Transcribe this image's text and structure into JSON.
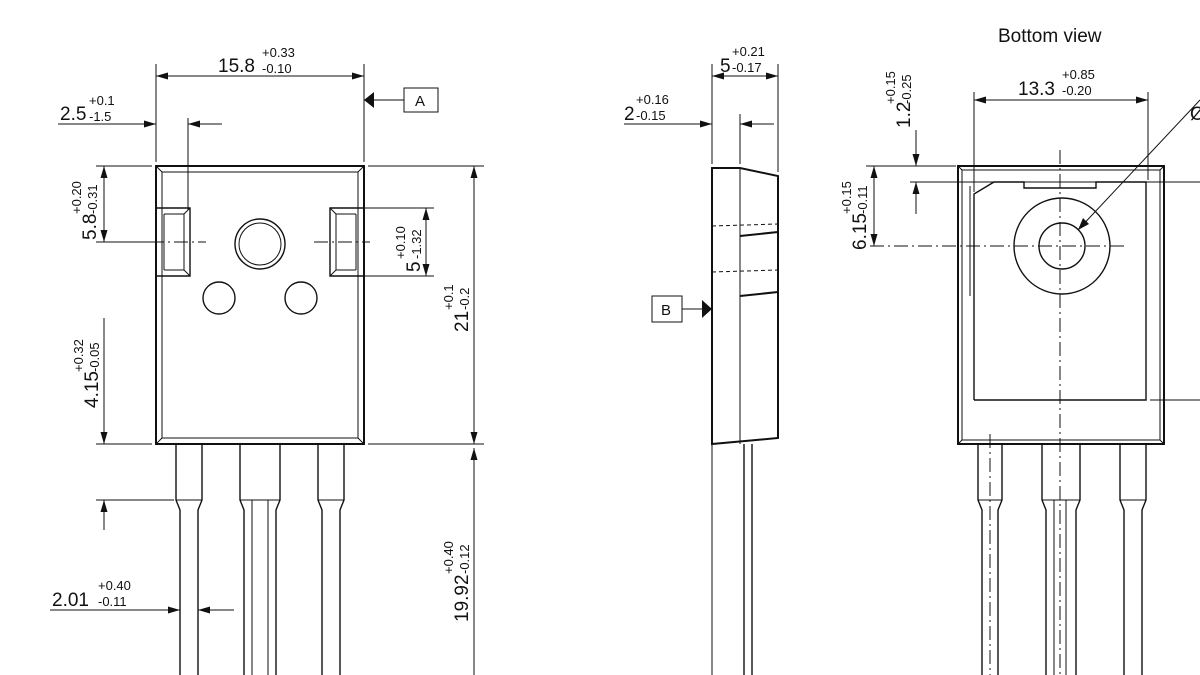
{
  "views": {
    "bottom_view_title": "Bottom view"
  },
  "datums": {
    "a": "A",
    "b": "B"
  },
  "dimensions": {
    "width_total": {
      "nominal": "15.8",
      "upper": "+0.33",
      "lower": "-0.10"
    },
    "tab_notch_offset": {
      "nominal": "2.5",
      "upper": "+0.1",
      "lower": "-1.5"
    },
    "notch_height": {
      "nominal": "5.8",
      "upper": "+0.20",
      "lower": "-0.31"
    },
    "notch_depth": {
      "nominal": "5",
      "upper": "+0.10",
      "lower": "-1.32"
    },
    "body_height": {
      "nominal": "21",
      "upper": "+0.1",
      "lower": "-0.2"
    },
    "lead_shoulder": {
      "nominal": "4.15",
      "upper": "+0.32",
      "lower": "-0.05"
    },
    "lead_length": {
      "nominal": "19.92",
      "upper": "+0.40",
      "lower": "-0.12"
    },
    "lead_width": {
      "nominal": "2.01",
      "upper": "+0.40",
      "lower": "-0.11"
    },
    "thickness": {
      "nominal": "5",
      "upper": "+0.21",
      "lower": "-0.17"
    },
    "tab_thickness": {
      "nominal": "2",
      "upper": "+0.16",
      "lower": "-0.15"
    },
    "bottom_width": {
      "nominal": "13.3",
      "upper": "+0.85",
      "lower": "-0.20"
    },
    "bottom_edge": {
      "nominal": "1.2",
      "upper": "+0.15",
      "lower": "-0.25"
    },
    "hole_offset": {
      "nominal": "6.15",
      "upper": "+0.15",
      "lower": "-0.11"
    },
    "diameter_symbol": "Ø"
  }
}
